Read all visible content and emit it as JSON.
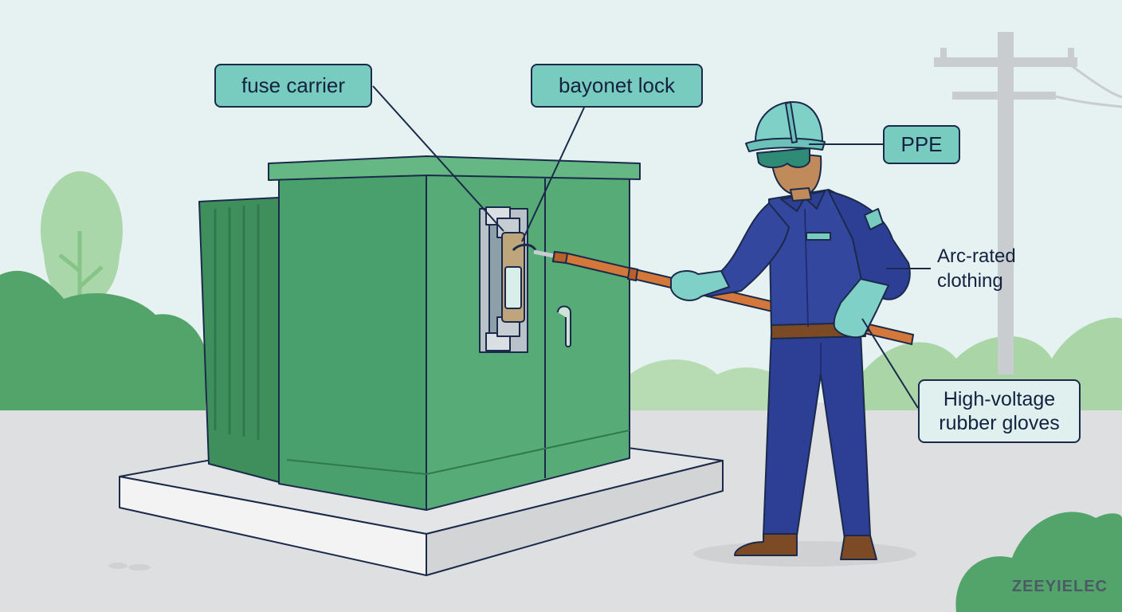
{
  "labels": {
    "fuse_carrier": "fuse carrier",
    "bayonet_lock": "bayonet lock",
    "ppe": "PPE",
    "arc_rated_line1": "Arc-rated",
    "arc_rated_line2": "clothing",
    "gloves_line1": "High-voltage",
    "gloves_line2": "rubber gloves"
  },
  "watermark": "ZEEYIELEC",
  "colors": {
    "sky": "#e6f1f1",
    "transformer_green": "#3f9b68",
    "label_teal": "#78cbbf",
    "coverall_blue": "#2c3f95",
    "hot_stick_orange": "#d4773a",
    "outline_navy": "#1b2a4a"
  }
}
